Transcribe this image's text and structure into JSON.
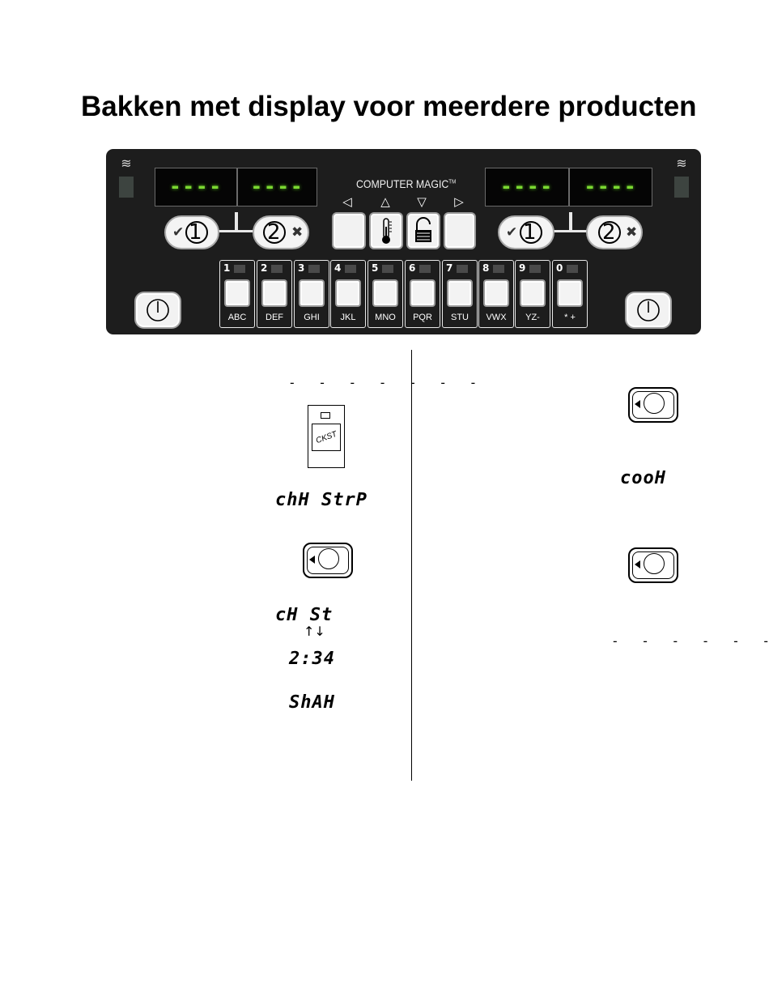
{
  "title": "Bakken met display voor meerdere producten",
  "panel": {
    "brand": "COMPUTER MAGIC",
    "brand_tm": "TM",
    "left_display_a": "----",
    "left_display_b": "----",
    "right_display_a": "----",
    "right_display_b": "----",
    "arrows": {
      "left": "◁",
      "up": "△",
      "down": "▽",
      "right": "▷"
    },
    "pill_1": "1",
    "pill_2": "2",
    "keys": [
      {
        "num": "1",
        "letters": "ABC"
      },
      {
        "num": "2",
        "letters": "DEF"
      },
      {
        "num": "3",
        "letters": "GHI"
      },
      {
        "num": "4",
        "letters": "JKL"
      },
      {
        "num": "5",
        "letters": "MNO"
      },
      {
        "num": "6",
        "letters": "PQR"
      },
      {
        "num": "7",
        "letters": "STU"
      },
      {
        "num": "8",
        "letters": "VWX"
      },
      {
        "num": "9",
        "letters": "YZ-"
      },
      {
        "num": "0",
        "letters": "* +"
      }
    ],
    "colors": {
      "panel": "#1d1d1d",
      "led_green": "#7bd832"
    },
    "icons": [
      "heat-icon",
      "thermometer-icon",
      "lock-icon",
      "power-icon",
      "check-icon",
      "x-icon"
    ]
  },
  "left_column": {
    "dashes": "- - - - - - -",
    "card_label": "CKST",
    "display_1": "chH StrP",
    "display_2": "cH St",
    "updown_arrows": "↑↓",
    "display_3": "2:34",
    "display_4": "ShAH"
  },
  "right_column": {
    "display_1": "cooH",
    "dashes": "- - - - - - -"
  }
}
